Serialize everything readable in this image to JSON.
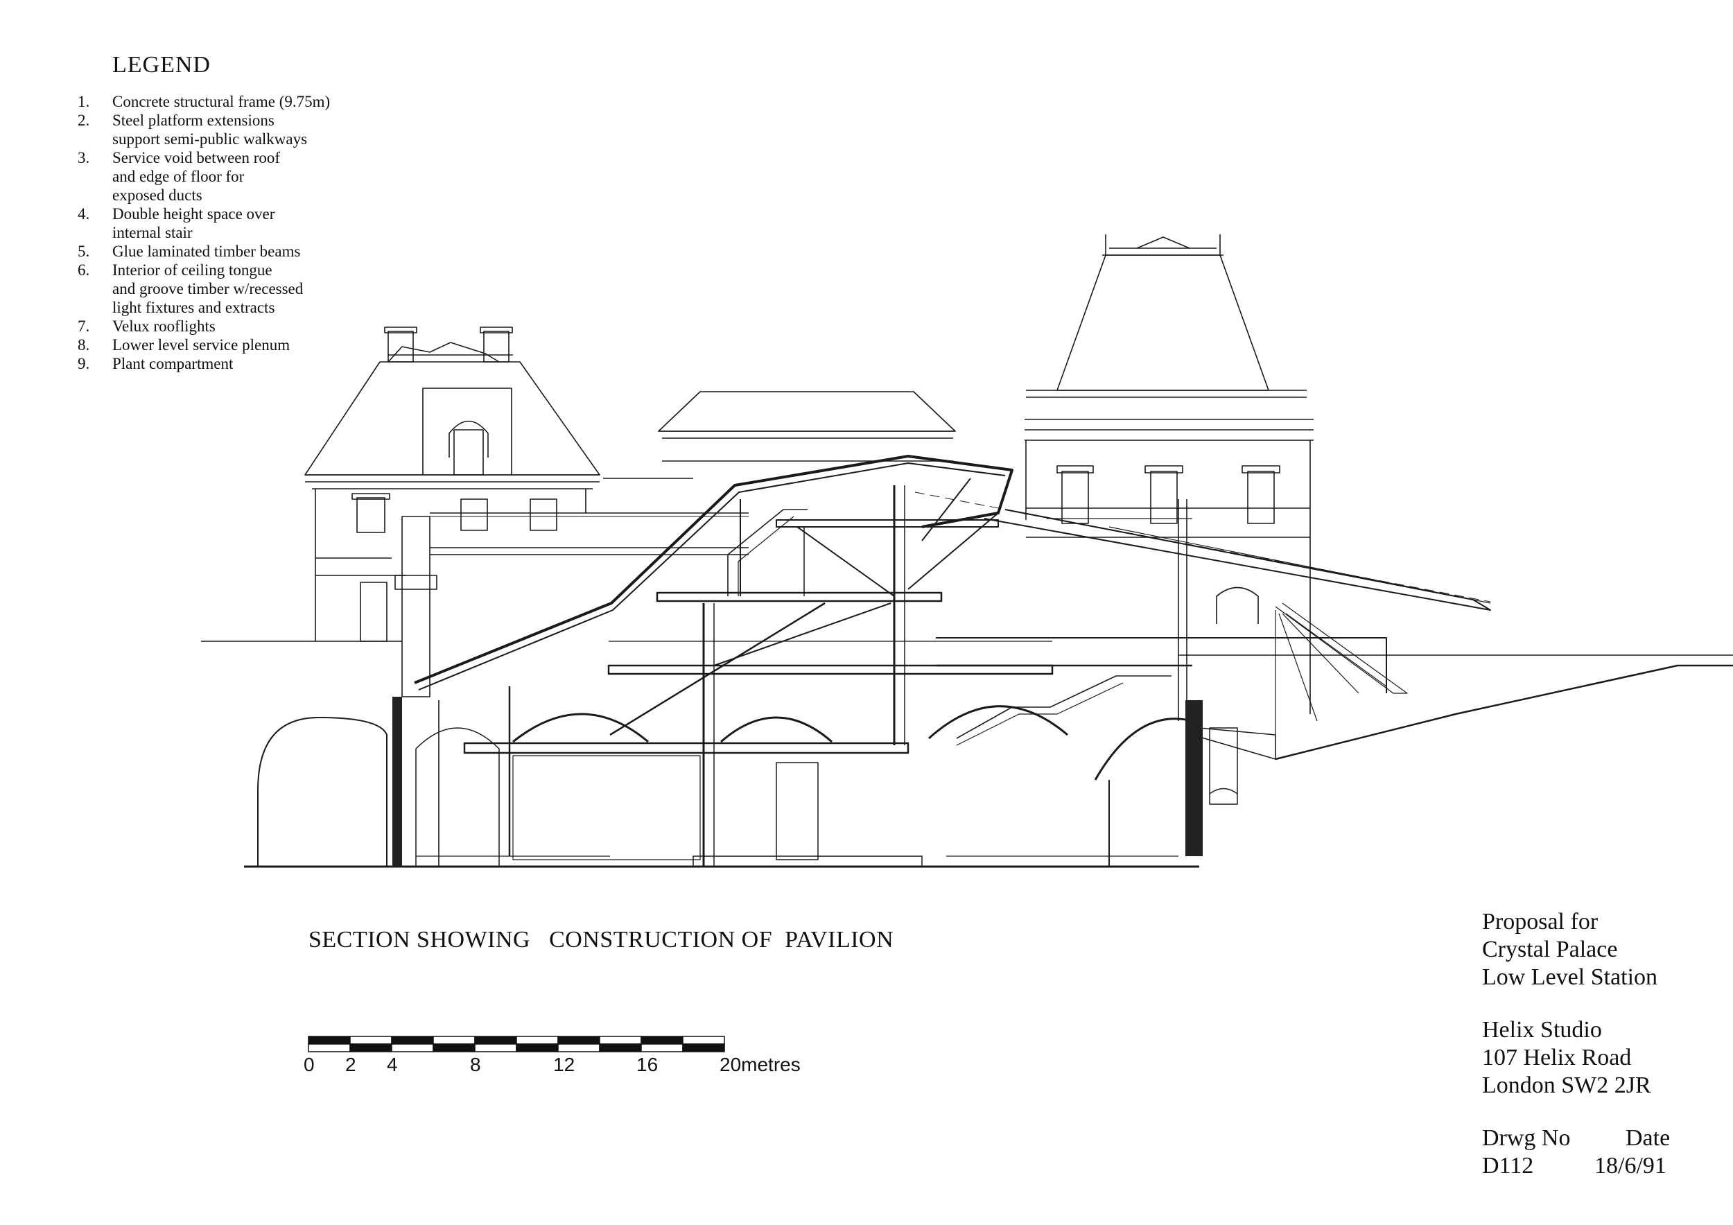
{
  "legend": {
    "title": "LEGEND",
    "items": [
      {
        "num": "1.",
        "lines": [
          "Concrete structural frame (9.75m)"
        ]
      },
      {
        "num": "2.",
        "lines": [
          "Steel platform extensions",
          "support semi-public walkways"
        ]
      },
      {
        "num": "3.",
        "lines": [
          "Service void between roof",
          "and edge of floor for",
          "exposed ducts"
        ]
      },
      {
        "num": "4.",
        "lines": [
          "Double height space over",
          "internal stair"
        ]
      },
      {
        "num": "5.",
        "lines": [
          "Glue laminated timber beams"
        ]
      },
      {
        "num": "6.",
        "lines": [
          "Interior of ceiling tongue",
          "and groove timber w/recessed",
          "light fixtures and extracts"
        ]
      },
      {
        "num": "7.",
        "lines": [
          "Velux rooflights"
        ]
      },
      {
        "num": "8.",
        "lines": [
          "Lower level service plenum"
        ]
      },
      {
        "num": "9.",
        "lines": [
          "Plant compartment"
        ]
      }
    ]
  },
  "drawing": {
    "section_title": "SECTION SHOWING   CONSTRUCTION OF  PAVILION",
    "scale_bar": {
      "labels": [
        "0",
        "2",
        "4",
        "8",
        "12",
        "16",
        "20metres"
      ],
      "metres": [
        0,
        2,
        4,
        8,
        12,
        16,
        20
      ]
    }
  },
  "title_block": {
    "project": [
      "Proposal for",
      "Crystal Palace",
      "Low Level Station"
    ],
    "studio": [
      "Helix Studio",
      "107 Helix Road",
      "London SW2 2JR"
    ],
    "drawing_no_label": "Drwg No",
    "date_label": "Date",
    "drawing_no": "D112",
    "date": "18/6/91"
  }
}
